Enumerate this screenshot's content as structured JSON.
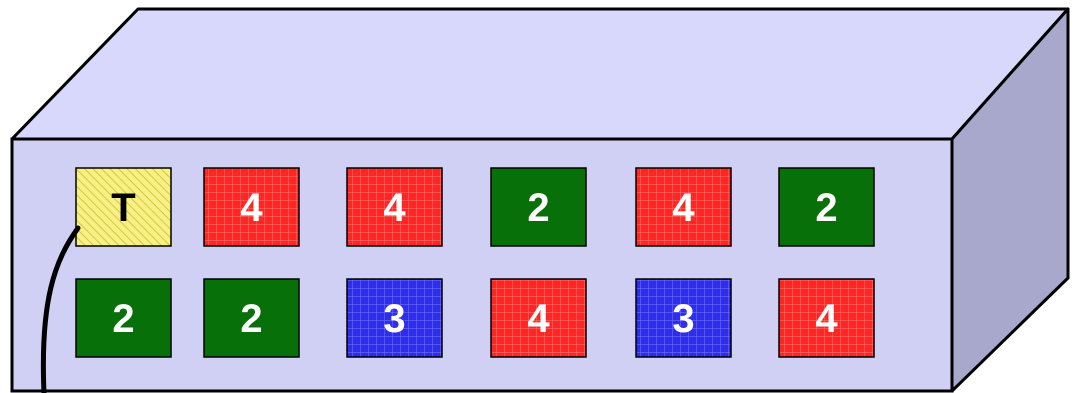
{
  "colors": {
    "box_top": "#d8d8fc",
    "box_front": "#d0d0f4",
    "box_side": "#a8a8cc",
    "outline": "#000000",
    "port_red": "#ff2626",
    "port_green": "#087008",
    "port_blue": "#2e2ee8",
    "port_yellow": "#f7f086",
    "label_light": "#ffffff",
    "label_dark": "#000000"
  },
  "ports_row1": [
    {
      "label": "T",
      "color": "yellow",
      "icon": "hatched-yellow-port-icon"
    },
    {
      "label": "4",
      "color": "red"
    },
    {
      "label": "4",
      "color": "red"
    },
    {
      "label": "2",
      "color": "green"
    },
    {
      "label": "4",
      "color": "red"
    },
    {
      "label": "2",
      "color": "green"
    }
  ],
  "ports_row2": [
    {
      "label": "2",
      "color": "green"
    },
    {
      "label": "2",
      "color": "green"
    },
    {
      "label": "3",
      "color": "blue"
    },
    {
      "label": "4",
      "color": "red"
    },
    {
      "label": "3",
      "color": "blue"
    },
    {
      "label": "4",
      "color": "red"
    }
  ],
  "cable": {
    "icon": "cable-icon",
    "attached_to": "T"
  }
}
